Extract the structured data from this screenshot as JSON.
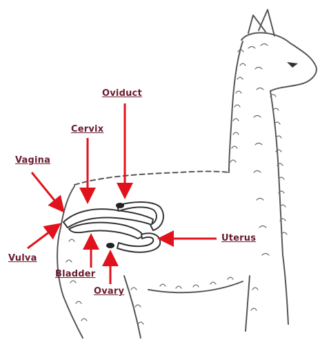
{
  "labels": {
    "oviduct": "Oviduct",
    "cervix": "Cervix",
    "vagina": "Vagina",
    "uterus": "Uterus",
    "vulva": "Vulva",
    "bladder": "Bladder",
    "ovary": "Ovary"
  },
  "colors": {
    "arrow": "#e0121b",
    "label_text": "#6b1a2e",
    "outline": "#555555"
  }
}
